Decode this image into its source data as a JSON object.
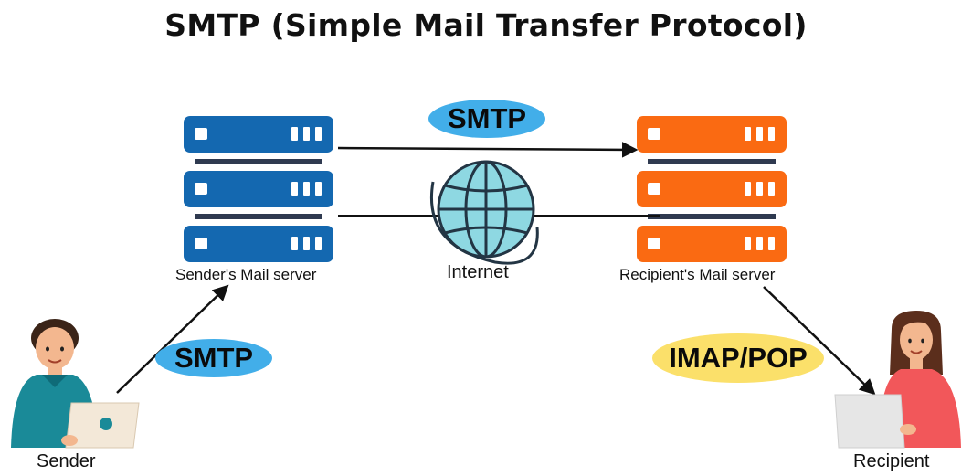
{
  "title": "SMTP (Simple Mail Transfer Protocol)",
  "servers": {
    "sender": {
      "label": "Sender's Mail server",
      "color": "#1468b0"
    },
    "recipient": {
      "label": "Recipient's Mail server",
      "color": "#fa6a12"
    }
  },
  "internet": {
    "label": "Internet",
    "icon": "globe-icon",
    "color": "#8ed8e2"
  },
  "protocols": {
    "server_to_server": "SMTP",
    "sender_to_server": "SMTP",
    "server_to_recipient": "IMAP/POP"
  },
  "people": {
    "sender": {
      "label": "Sender",
      "icon": "person-laptop-icon"
    },
    "recipient": {
      "label": "Recipient",
      "icon": "person-laptop-icon"
    }
  },
  "colors": {
    "smtp_pill": "#42aee9",
    "imap_pill": "#fbe06a",
    "divider": "#2f3a50"
  }
}
